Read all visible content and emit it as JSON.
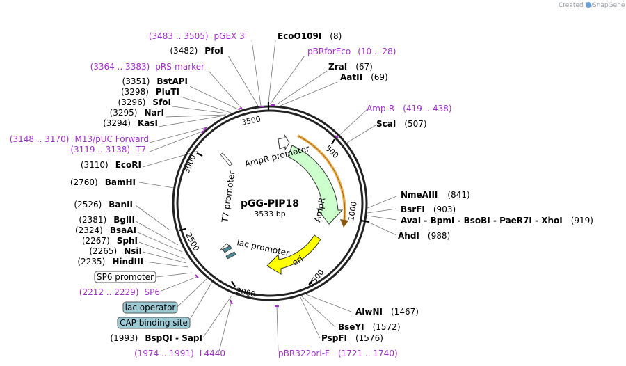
{
  "app": {
    "credit_prefix": "Created by",
    "credit_brand": "SnapGene"
  },
  "plasmid": {
    "name": "pGG-PIP18",
    "length": "3533 bp",
    "total_bp": 3533
  },
  "ticks": [
    "500",
    "1000",
    "1500",
    "2000",
    "2500",
    "3000",
    "3500"
  ],
  "sites_right": [
    {
      "name": "EcoO109I",
      "pos": "(8)"
    },
    {
      "name": "ZraI",
      "pos": "(67)"
    },
    {
      "name": "AatII",
      "pos": "(69)"
    },
    {
      "name": "ScaI",
      "pos": "(507)"
    },
    {
      "name": "NmeAIII",
      "pos": "(841)"
    },
    {
      "name": "BsrFI",
      "pos": "(903)"
    },
    {
      "name": "AvaI  - BpmI  - BsoBI  - PaeR7I  - XhoI",
      "pos": "(919)"
    },
    {
      "name": "AhdI",
      "pos": "(988)"
    },
    {
      "name": "AlwNI",
      "pos": "(1467)"
    },
    {
      "name": "BseYI",
      "pos": "(1572)"
    },
    {
      "name": "PspFI",
      "pos": "(1576)"
    }
  ],
  "sites_left": [
    {
      "name": "PfoI",
      "pos": "(3482)"
    },
    {
      "name": "BstAPI",
      "pos": "(3351)"
    },
    {
      "name": "PluTI",
      "pos": "(3298)"
    },
    {
      "name": "SfoI",
      "pos": "(3296)"
    },
    {
      "name": "NarI",
      "pos": "(3295)"
    },
    {
      "name": "KasI",
      "pos": "(3294)"
    },
    {
      "name": "EcoRI",
      "pos": "(3110)"
    },
    {
      "name": "BamHI",
      "pos": "(2760)"
    },
    {
      "name": "BanII",
      "pos": "(2526)"
    },
    {
      "name": "BglII",
      "pos": "(2381)"
    },
    {
      "name": "BsaAI",
      "pos": "(2324)"
    },
    {
      "name": "SphI",
      "pos": "(2267)"
    },
    {
      "name": "NsiI",
      "pos": "(2265)"
    },
    {
      "name": "HindIII",
      "pos": "(2235)"
    },
    {
      "name": "BspQI  - SapI",
      "pos": "(1993)"
    }
  ],
  "primers": [
    {
      "name": "pGEX 3'",
      "range": "(3483 .. 3505)"
    },
    {
      "name": "pBRforEco",
      "range": "(10 .. 28)"
    },
    {
      "name": "pRS-marker",
      "range": "(3364 .. 3383)"
    },
    {
      "name": "Amp-R",
      "range": "(419 .. 438)"
    },
    {
      "name": "M13/pUC Forward",
      "range": "(3148 .. 3170)"
    },
    {
      "name": "T7",
      "range": "(3119 .. 3138)"
    },
    {
      "name": "SP6",
      "range": "(2212 .. 2229)"
    },
    {
      "name": "L4440",
      "range": "(1974 .. 1991)"
    },
    {
      "name": "pBR322ori-F",
      "range": "(1721 .. 1740)"
    }
  ],
  "boxed_features": [
    {
      "name": "SP6 promoter",
      "fill": "#ffffff"
    },
    {
      "name": "lac operator",
      "fill": "#9ccbd6"
    },
    {
      "name": "CAP binding site",
      "fill": "#9ccbd6"
    }
  ],
  "inner_features": {
    "ampr_promoter": "AmpR promoter",
    "ampr": "AmpR",
    "t7_promoter": "T7 promoter",
    "lac_promoter": "lac promoter",
    "ori": "ori"
  },
  "colors": {
    "primer": "#a030c8",
    "ampr_fill": "#ccffcc",
    "orf_arrow": "#f0b050",
    "ori_fill": "#ffff00",
    "lac_box": "#9ccbd6"
  }
}
